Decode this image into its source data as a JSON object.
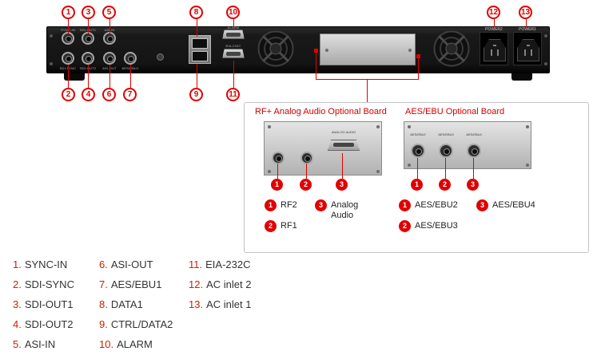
{
  "colors": {
    "accent": "#e10000",
    "legend_number": "#cc2200",
    "board_title": "#d40000"
  },
  "panel": {
    "power2_label": "POWER2",
    "power1_label": "POWER1",
    "alarm_label": "ALARM",
    "eia232c_label": "EIA-232C",
    "bnc_top_labels": [
      "SYNC-IN",
      "SDI-OUT1",
      "ASI-IN"
    ],
    "bnc_bottom_labels": [
      "SDI-SYNC",
      "SDI-OUT2",
      "ASI-OUT",
      "AES/EBU1"
    ]
  },
  "callouts": {
    "top": [
      "1",
      "3",
      "5",
      "8",
      "10",
      "12",
      "13"
    ],
    "bottom": [
      "2",
      "4",
      "6",
      "7",
      "9",
      "11"
    ]
  },
  "boards": {
    "rf": {
      "title": "RF+ Analog Audio Optional Board",
      "analog_audio_label": "ANALOG AUDIO",
      "callouts": [
        "1",
        "2",
        "3"
      ],
      "legend": [
        {
          "num": "1",
          "label": "RF2"
        },
        {
          "num": "2",
          "label": "RF1"
        },
        {
          "num": "3",
          "label": "Analog Audio"
        }
      ]
    },
    "aes": {
      "title": "AES/EBU Optional Board",
      "port_labels": [
        "AES/EBU2",
        "AES/EBU3",
        "AES/EBU4"
      ],
      "callouts": [
        "1",
        "2",
        "3"
      ],
      "legend": [
        {
          "num": "1",
          "label": "AES/EBU2"
        },
        {
          "num": "2",
          "label": "AES/EBU3"
        },
        {
          "num": "3",
          "label": "AES/EBU4"
        }
      ]
    }
  },
  "legend": {
    "col1": [
      {
        "num": "1.",
        "label": "SYNC-IN"
      },
      {
        "num": "2.",
        "label": "SDI-SYNC"
      },
      {
        "num": "3.",
        "label": "SDI-OUT1"
      },
      {
        "num": "4.",
        "label": "SDI-OUT2"
      },
      {
        "num": "5.",
        "label": "ASI-IN"
      }
    ],
    "col2": [
      {
        "num": "6.",
        "label": "ASI-OUT"
      },
      {
        "num": "7.",
        "label": "AES/EBU1"
      },
      {
        "num": "8.",
        "label": "DATA1"
      },
      {
        "num": "9.",
        "label": "CTRL/DATA2"
      },
      {
        "num": "10.",
        "label": "ALARM"
      }
    ],
    "col3": [
      {
        "num": "11.",
        "label": "EIA-232C"
      },
      {
        "num": "12.",
        "label": "AC inlet 2"
      },
      {
        "num": "13.",
        "label": "AC inlet 1"
      }
    ]
  }
}
